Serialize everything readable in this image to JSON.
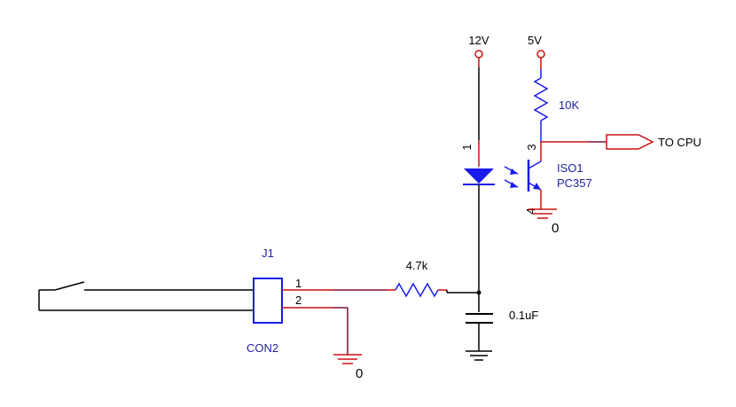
{
  "colors": {
    "wire": "#000000",
    "pin": "#cc1111",
    "net": "#7a1030",
    "part": "#1a1aee",
    "ref_text": "#1f1f9f",
    "text": "#000000",
    "pin_number": "#000000"
  },
  "power": {
    "v12_label": "12V",
    "v5_label": "5V"
  },
  "resistors": {
    "pullup_value": "10K",
    "input_value": "4.7k"
  },
  "optocoupler": {
    "ref": "ISO1",
    "part": "PC357",
    "pin_anode": "1",
    "pin_collector": "3",
    "pin_emitter": "4"
  },
  "connector": {
    "ref": "J1",
    "part": "CON2",
    "pin1": "1",
    "pin2": "2"
  },
  "capacitor": {
    "value": "0.1uF"
  },
  "grounds": {
    "opto_ground_label": "0",
    "connector_ground_label": "0"
  },
  "output": {
    "label": "TO CPU"
  }
}
